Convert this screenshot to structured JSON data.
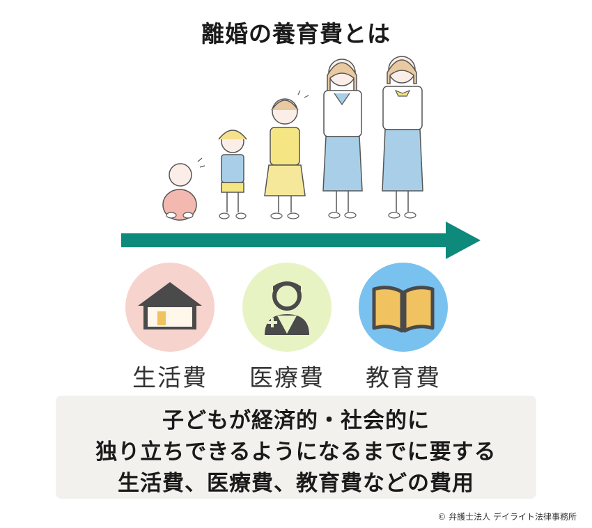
{
  "title": "離婚の養育費とは",
  "categories": [
    {
      "label": "生活費",
      "icon": "house-icon",
      "color": "#f6d3cc"
    },
    {
      "label": "医療費",
      "icon": "doctor-icon",
      "color": "#e8f3c4"
    },
    {
      "label": "教育費",
      "icon": "book-icon",
      "color": "#79c2f0"
    }
  ],
  "arrow_color": "#0e8a7c",
  "description": {
    "line1": "子どもが経済的・社会的に",
    "line2": "独り立ちできるようになるまでに要する",
    "line3": "生活費、医療費、教育費などの費用"
  },
  "copyright": "© 弁護士法人 デイライト法律事務所"
}
